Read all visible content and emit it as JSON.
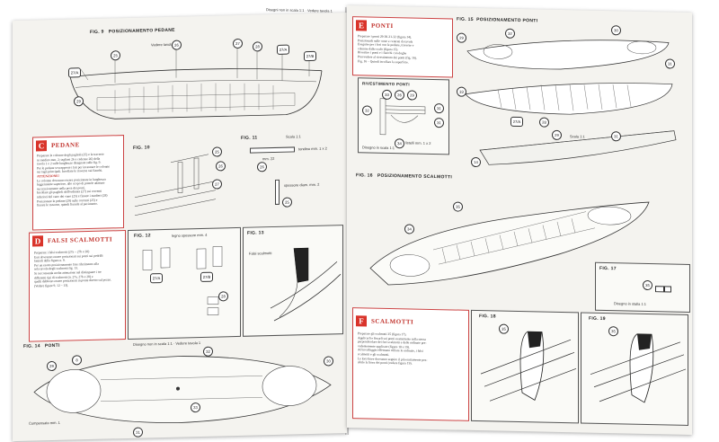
{
  "header": {
    "left_page": "",
    "right_page": "Disegni non in scala 1:1 · Vedere tavola 1"
  },
  "fig9": {
    "label": "FIG. 9",
    "title": "POSIZIONAMENTO PEDANE",
    "note": "Vedere tavola 1",
    "callouts": [
      "25",
      "26",
      "27",
      "27/A",
      "27/B",
      "28",
      "29",
      "27/A"
    ]
  },
  "sectionC": {
    "letter": "C",
    "title": "PEDANE",
    "attention": "ATTENZIONE!",
    "lines": [
      "Preparare le colonne degli paglioli (25) e le traverse",
      "in tondino mm. 2; tagliate 26 a cadenze 26) della",
      "tavola 1 e 2 sulle lunghezze disegnate sulle fig. 9.",
      "Per le pedane sovrapposte i lati per incastrare le colonne",
      "sui tagli principali. Incollate le traverse sui fianchi.",
      "Le colonne dovranno essere posizionate in lunghezza",
      "leggermente superiore, allo scopo di poterle adattare",
      "successivamente nella posa dei ponti.",
      "Incollare gli paglioli dell'ordinata (27) sui correnti",
      "inferiori del vano dei vano (25) e fissare i madieri (28)",
      "Posizionare le pedane (29) sulle correnti (25) e",
      "fissare le traverse, quindi fissarle al pavimento."
    ]
  },
  "fig10": {
    "label": "FIG. 10",
    "callouts": [
      "25",
      "26",
      "27"
    ]
  },
  "fig11": {
    "label": "FIG. 11",
    "scale": "Scala 1:1",
    "notes": [
      "tondino mm. 1 x 2",
      "mm. 22",
      "spessore diam. mm. 2"
    ],
    "callouts": [
      "26",
      "25"
    ]
  },
  "sectionD": {
    "letter": "D",
    "title": "FALSI SCALMOTTI",
    "lines": [
      "Preparare i falsi scalmotti (27a – 27b e 28)",
      "Essi dovranno essere posizionati sui ponti sui pedrilli",
      "laterali della figura n. 9.",
      "Per un esatto posizionamento fare riferimento alla",
      "sola tavola degli scalmotti fig. 13.",
      "Si raccomanda molta attenzione nel distinguere i tre",
      "differenti tipi di scalmotti (n. 27a, 27b e 28) e",
      "quelli debbono essere posizionati in ponte diretto sul pozzo.",
      "(Vedere figure 9, 12 – 13)."
    ]
  },
  "fig12": {
    "label": "FIG. 12",
    "note": "legno spessore mm. 4",
    "callouts": [
      "27/A",
      "27/B",
      "28"
    ]
  },
  "fig13": {
    "label": "FIG. 13",
    "note": "Falsi scalmotti"
  },
  "fig14": {
    "label": "FIG. 14",
    "title": "PONTI",
    "note": "Disegno non in scala 1:1 · Vedere tavola 1",
    "footer": "Compensato mm. 1",
    "callouts": [
      "29",
      "8",
      "32",
      "30",
      "33",
      "31"
    ]
  },
  "sectionE": {
    "letter": "E",
    "title": "PONTI",
    "lines": [
      "Preparare i ponti 29-30-31-32 (figura 14).",
      "Posizionarli sulle coste e centrati da tavola",
      "Eseguire per i fori con le pedane, traverse e",
      "colonne dallo scafo (figura 15).",
      "Rivestire i ponti e i fianchi con doghe",
      "Provvedere al rivestimento dei ponti (fig. 16).",
      "Fig. 16 – Quindi incollare la superficie."
    ]
  },
  "inset": {
    "title": "RIVESTIMENTO PONTI",
    "callouts": [
      "33",
      "26",
      "29",
      "31",
      "32",
      "31",
      "34"
    ],
    "footer": "Disegno in scala 1:1",
    "note": "listelli mm. 1 x 2"
  },
  "fig15": {
    "label": "FIG. 15",
    "title": "POSIZIONAMENTO PONTI",
    "scale": "Scala 1:1",
    "callouts": [
      "32",
      "30",
      "29",
      "31",
      "33",
      "27/A",
      "28",
      "29",
      "31",
      "14"
    ]
  },
  "fig16": {
    "label": "FIG. 16",
    "title": "POSIZIONAMENTO SCALMOTTI",
    "callouts": [
      "35",
      "34"
    ]
  },
  "fig17": {
    "label": "FIG. 17",
    "note": "Disegno in stalla 1:1",
    "callouts": [
      "35"
    ]
  },
  "sectionF": {
    "letter": "F",
    "title": "SCALMOTTI",
    "lines": [
      "Preparare gli scalmotti 35 (figura 17).",
      "Applicarli e fissarli sui ponti esattamente sulla stessa",
      "perpendicolare dei fori scalmotti e delle ordinate pre-",
      "cedentemente applicate (figure 18 e 19).",
      "Ad incollaggio effettuato rifilare le ordinate, i falsi",
      "scalmotti e gli scalmotti.",
      "Le loro linee dovranno seguire il più esattamente pos-",
      "sibile la linea dei ponti (vedere figura 19)."
    ]
  },
  "fig18": {
    "label": "FIG. 18",
    "callouts": [
      "35"
    ]
  },
  "fig19": {
    "label": "FIG. 19",
    "callouts": [
      "35"
    ]
  }
}
